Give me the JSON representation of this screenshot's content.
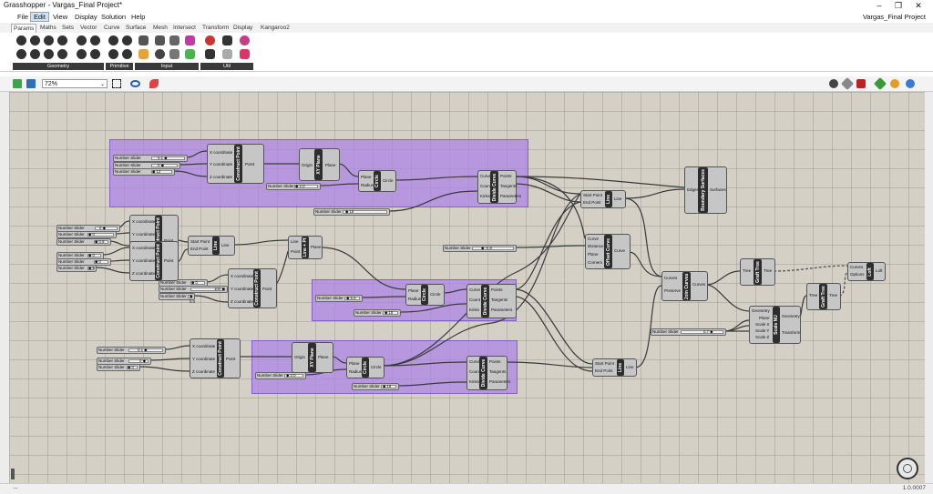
{
  "window": {
    "title": "Grasshopper - Vargas_Final Project*",
    "document_name": "Vargas_Final Project",
    "min": "–",
    "max": "❐",
    "close": "✕"
  },
  "menu": [
    "File",
    "Edit",
    "View",
    "Display",
    "Solution",
    "Help"
  ],
  "tabs": [
    "Params",
    "Maths",
    "Sets",
    "Vector",
    "Curve",
    "Surface",
    "Mesh",
    "Intersect",
    "Transform",
    "Display",
    "Kangaroo2"
  ],
  "ribbon_groups": [
    "Geometry",
    "Primitive",
    "Input",
    "Util"
  ],
  "toolbar": {
    "zoom": "72%"
  },
  "status": {
    "left": "...",
    "version": "1.0.0007"
  },
  "sliders": [
    {
      "label": "Number Slider",
      "value": "0.1 ◆"
    },
    {
      "label": "Number Slider",
      "value": "0 ◆"
    },
    {
      "label": "Number Slider",
      "value": "◆ 12"
    },
    {
      "label": "Number Slider",
      "value": "◆ 2.0"
    },
    {
      "label": "Number Slider",
      "value": "◆ 18"
    },
    {
      "label": "Number Slider",
      "value": "0 ◆"
    },
    {
      "label": "Number Slider",
      "value": "◆ 0"
    },
    {
      "label": "Number Slider",
      "value": "◆ 0.8"
    },
    {
      "label": "Number Slider",
      "value": "◆ 0"
    },
    {
      "label": "Number Slider",
      "value": "◆ 0"
    },
    {
      "label": "Number Slider",
      "value": "◆ 0"
    },
    {
      "label": "Number Slider",
      "value": "◆ 0"
    },
    {
      "label": "Number Slider",
      "value": "◆ 0"
    },
    {
      "label": "Number Slider",
      "value": "100 ◆"
    },
    {
      "label": "Number Slider",
      "value": "◆ 0.0"
    },
    {
      "label": "Number Slider",
      "value": "◆ 5.5"
    },
    {
      "label": "Number Slider",
      "value": "◆ 18"
    },
    {
      "label": "Number Slider",
      "value": "◆ -0.8"
    },
    {
      "label": "Number Slider",
      "value": "0.1 ◆"
    },
    {
      "label": "Number Slider",
      "value": "0 ◆"
    },
    {
      "label": "Number Slider",
      "value": "◆ 0"
    },
    {
      "label": "Number Slider",
      "value": "◆ 2.0"
    },
    {
      "label": "Number Slider",
      "value": "◆ 18"
    },
    {
      "label": "Number Slider",
      "value": "0.7 ◆"
    }
  ],
  "components": [
    {
      "name": "Construct Point",
      "in": [
        "X coordinate",
        "Y coordinate",
        "Z coordinate"
      ],
      "out": [
        "Point"
      ]
    },
    {
      "name": "XY Plane",
      "in": [
        "Origin"
      ],
      "out": [
        "Plane"
      ]
    },
    {
      "name": "Circle",
      "in": [
        "Plane",
        "Radius"
      ],
      "out": [
        "Circle"
      ]
    },
    {
      "name": "Divide Curve",
      "in": [
        "Curve",
        "Count",
        "Kinks"
      ],
      "out": [
        "Points",
        "Tangents",
        "Parameters"
      ]
    },
    {
      "name": "Boundary Surfaces",
      "in": [
        "Edges"
      ],
      "out": [
        "Surfaces"
      ]
    },
    {
      "name": "Construct Point",
      "in": [
        "X coordinate",
        "Y coordinate",
        "Z coordinate"
      ],
      "out": [
        "Point"
      ]
    },
    {
      "name": "Construct Point",
      "in": [
        "X coordinate",
        "Y coordinate",
        "Z coordinate"
      ],
      "out": [
        "Point"
      ]
    },
    {
      "name": "Line",
      "in": [
        "Start Point",
        "End Point"
      ],
      "out": [
        "Line"
      ]
    },
    {
      "name": "Line + Pt",
      "in": [
        "Line",
        "Point"
      ],
      "out": [
        "Plane"
      ]
    },
    {
      "name": "Line",
      "in": [
        "Start Point",
        "End Point"
      ],
      "out": [
        "Line"
      ]
    },
    {
      "name": "Offset Curve",
      "in": [
        "Curve",
        "Distance",
        "Plane",
        "Corners"
      ],
      "out": [
        "Curve"
      ]
    },
    {
      "name": "Construct Point",
      "in": [
        "X coordinate",
        "Y coordinate",
        "Z coordinate"
      ],
      "out": [
        "Point"
      ]
    },
    {
      "name": "Circle",
      "in": [
        "Plane",
        "Radius"
      ],
      "out": [
        "Circle"
      ]
    },
    {
      "name": "Divide Curve",
      "in": [
        "Curve",
        "Count",
        "Kinks"
      ],
      "out": [
        "Points",
        "Tangents",
        "Parameters"
      ]
    },
    {
      "name": "Join Curves",
      "in": [
        "Curves",
        "Preserve"
      ],
      "out": [
        "Curves"
      ]
    },
    {
      "name": "Graft Tree",
      "in": [
        "Tree"
      ],
      "out": [
        "Tree"
      ]
    },
    {
      "name": "Loft",
      "in": [
        "Curves",
        "Options"
      ],
      "out": [
        "Loft"
      ]
    },
    {
      "name": "Graft Tree",
      "in": [
        "Tree"
      ],
      "out": [
        "Tree"
      ]
    },
    {
      "name": "Scale NU",
      "in": [
        "Geometry",
        "Plane",
        "Scale X",
        "Scale Y",
        "Scale Z"
      ],
      "out": [
        "Geometry",
        "Transform"
      ]
    },
    {
      "name": "Construct Point",
      "in": [
        "X coordinate",
        "Y coordinate",
        "Z coordinate"
      ],
      "out": [
        "Point"
      ]
    },
    {
      "name": "XY Plane",
      "in": [
        "Origin"
      ],
      "out": [
        "Plane"
      ]
    },
    {
      "name": "Circle",
      "in": [
        "Plane",
        "Radius"
      ],
      "out": [
        "Circle"
      ]
    },
    {
      "name": "Divide Curve",
      "in": [
        "Curve",
        "Count",
        "Kinks"
      ],
      "out": [
        "Points",
        "Tangents",
        "Parameters"
      ]
    },
    {
      "name": "Line",
      "in": [
        "Start Point",
        "End Point"
      ],
      "out": [
        "Line"
      ]
    }
  ]
}
